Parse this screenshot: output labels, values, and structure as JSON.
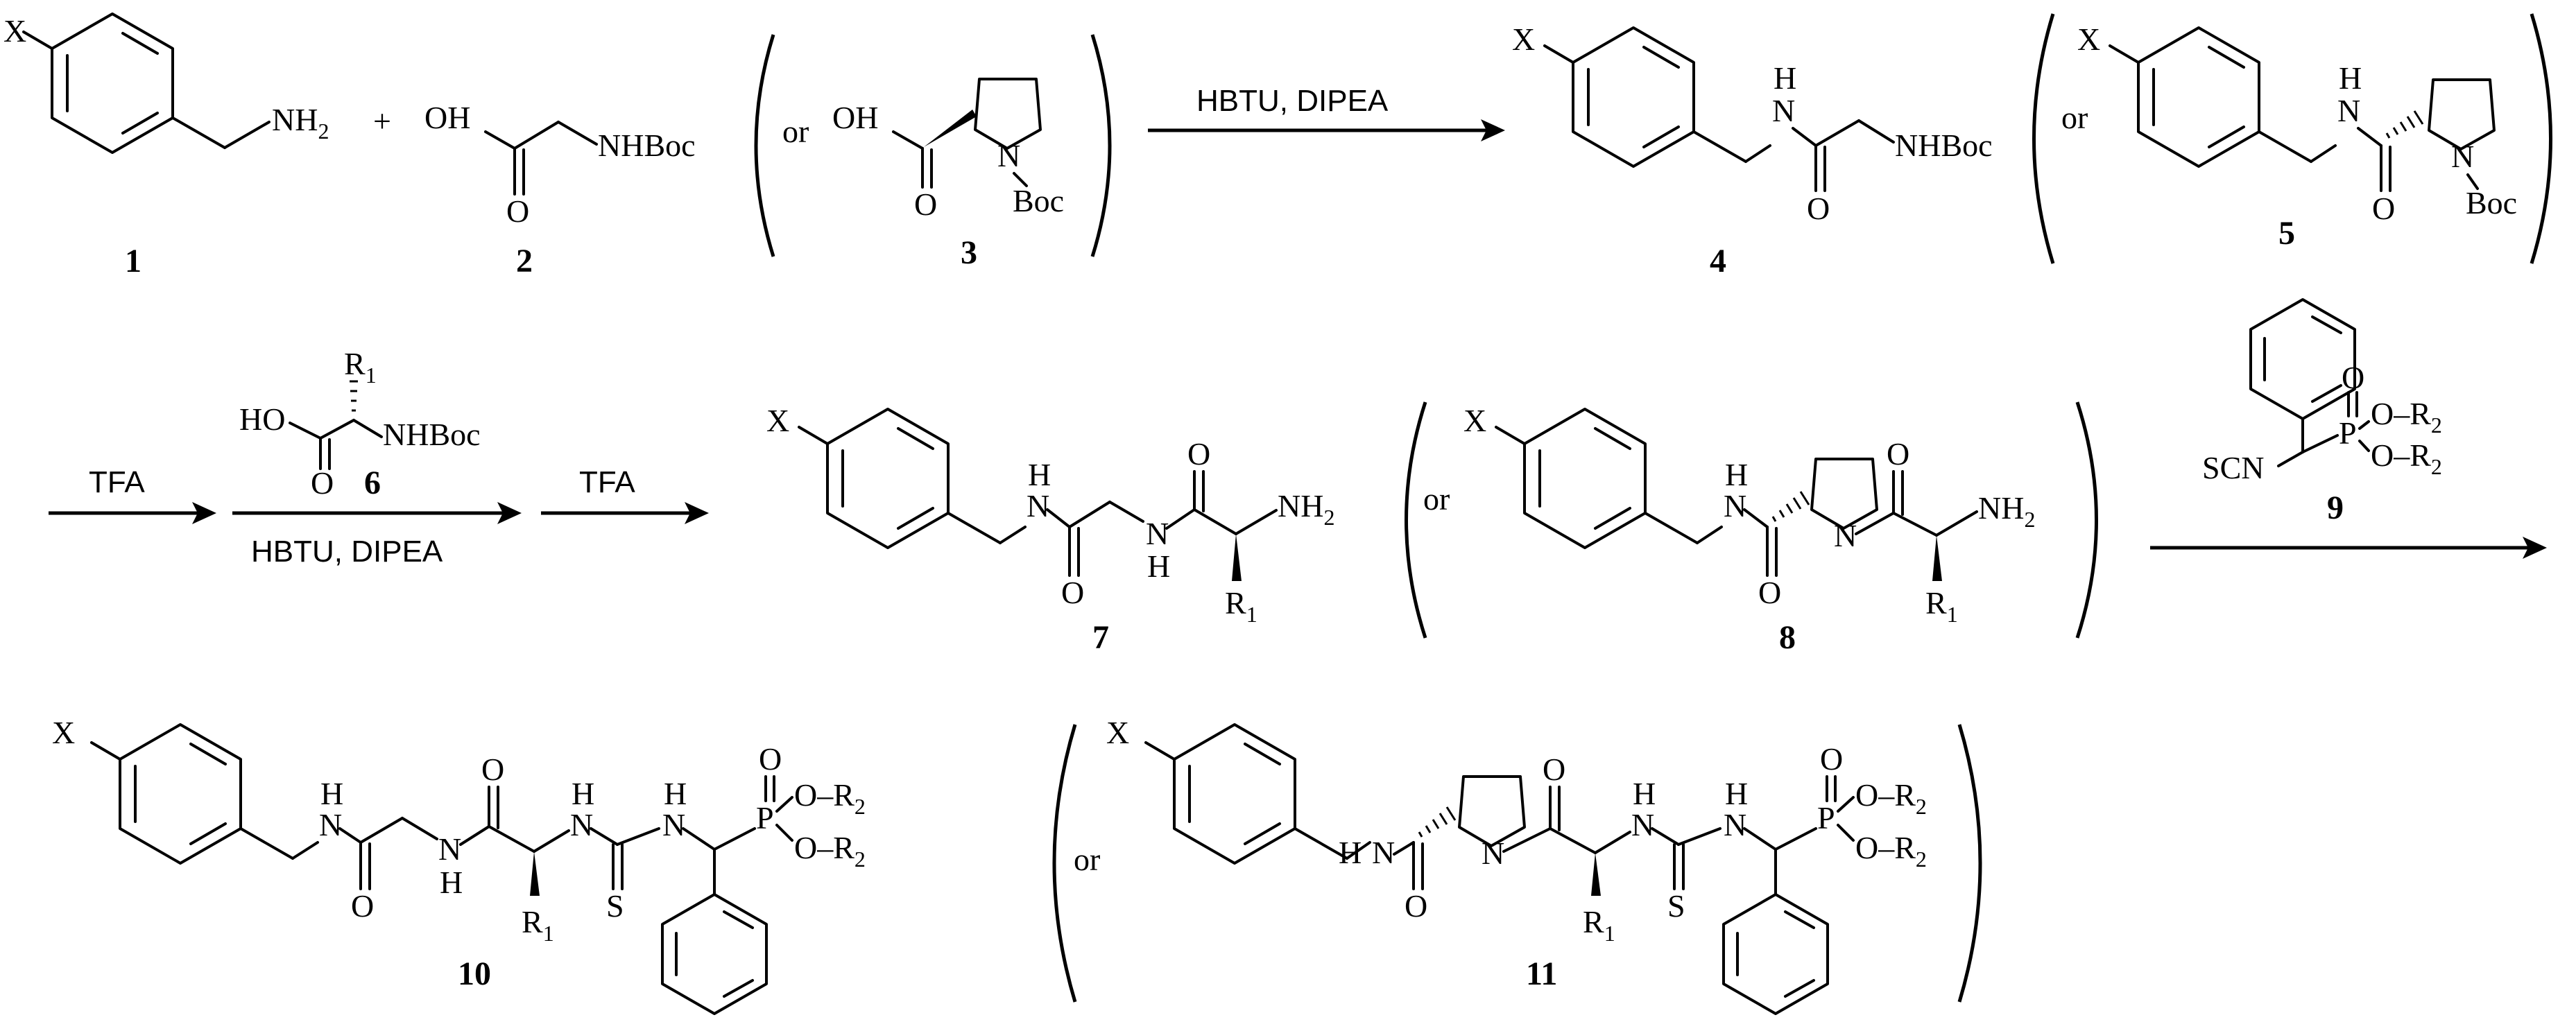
{
  "labels": {
    "x": "X",
    "nh2": "NH",
    "nh2_sub": "2",
    "nh": "NH",
    "n": "N",
    "h": "H",
    "o": "O",
    "s": "S",
    "p": "P",
    "oh": "OH",
    "ho": "HO",
    "nhboc": "NHBoc",
    "boc": "Boc",
    "scn": "SCN",
    "r1": "R",
    "r1_sub": "1",
    "or2": "O–R",
    "r2_sub": "2",
    "plus": "+",
    "or": "or"
  },
  "compounds": {
    "c1": "1",
    "c2": "2",
    "c3": "3",
    "c4": "4",
    "c5": "5",
    "c6": "6",
    "c7": "7",
    "c8": "8",
    "c9": "9",
    "c10": "10",
    "c11": "11"
  },
  "conditions": {
    "step1": "HBTU, DIPEA",
    "step2_top": "TFA",
    "step3_bottom": "HBTU, DIPEA",
    "step4_top": "TFA"
  }
}
